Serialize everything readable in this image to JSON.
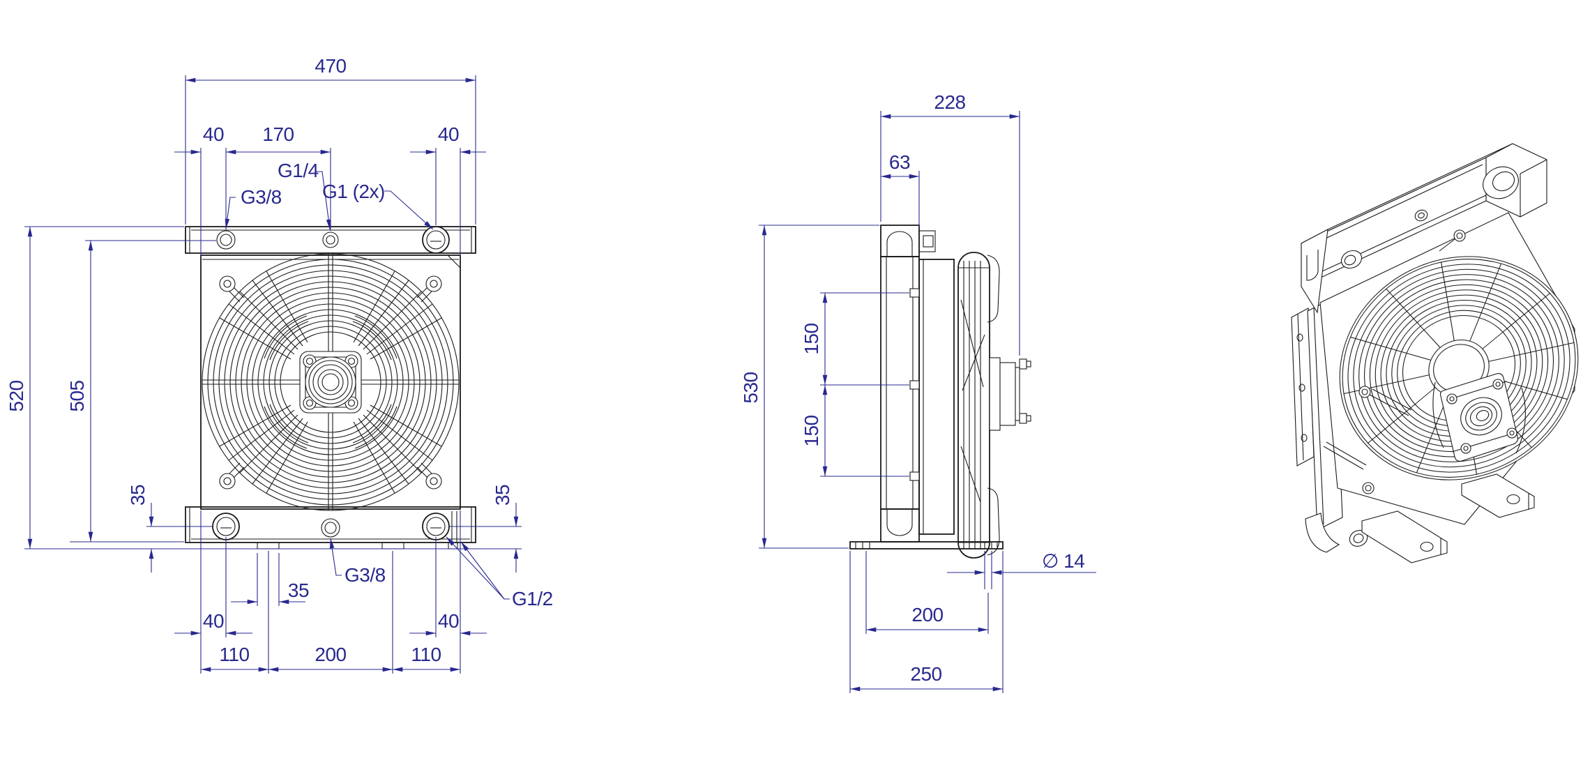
{
  "page": {
    "background": "#ffffff"
  },
  "drawing": {
    "line_color": "#1a1a1a",
    "dim_color": "#28288f"
  },
  "front_view": {
    "top_dims": {
      "overall_width": "470",
      "port_offset_left": "40",
      "port_spacing": "170",
      "port_offset_right": "40"
    },
    "port_labels": {
      "g14": "G1/4",
      "g38_top": "G3/8",
      "g1": "G1 (2x)",
      "g38_bottom": "G3/8",
      "g12": "G1/2"
    },
    "left_dims": {
      "overall_height": "520",
      "ports_height": "505"
    },
    "bottom_dims": {
      "port_height_left": "35",
      "foot_width": "35",
      "port_offset_left": "40",
      "port_offset_right": "40",
      "port_height_right": "35",
      "foot_left": "110",
      "foot_center": "200",
      "foot_right": "110"
    }
  },
  "side_view": {
    "top_dims": {
      "overall_depth": "228",
      "tank_depth": "63"
    },
    "left_dims": {
      "overall_height": "530"
    },
    "mid_dims": {
      "stud_spacing_upper": "150",
      "stud_spacing_lower": "150"
    },
    "bottom_dims": {
      "slot_diameter": "∅ 14",
      "slot_pitch": "200",
      "foot_length": "250"
    }
  }
}
